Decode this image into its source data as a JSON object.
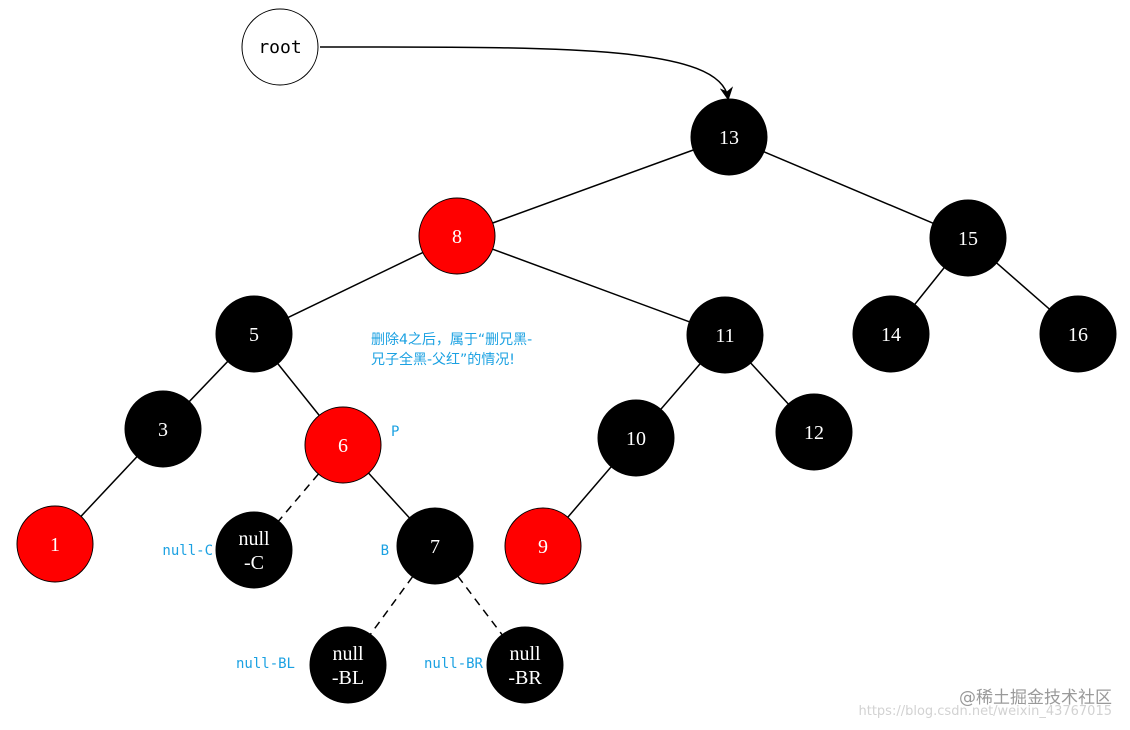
{
  "diagram": {
    "root_label": "root",
    "colors": {
      "red": "#ff0000",
      "black": "#000000",
      "white": "#ffffff",
      "cyan": "#1ba1e2"
    },
    "nodes": [
      {
        "id": "n13",
        "label": "13",
        "color": "black"
      },
      {
        "id": "n8",
        "label": "8",
        "color": "red"
      },
      {
        "id": "n15",
        "label": "15",
        "color": "black"
      },
      {
        "id": "n5",
        "label": "5",
        "color": "black"
      },
      {
        "id": "n11",
        "label": "11",
        "color": "black"
      },
      {
        "id": "n14",
        "label": "14",
        "color": "black"
      },
      {
        "id": "n16",
        "label": "16",
        "color": "black"
      },
      {
        "id": "n3",
        "label": "3",
        "color": "black"
      },
      {
        "id": "n6",
        "label": "6",
        "color": "red"
      },
      {
        "id": "n10",
        "label": "10",
        "color": "black"
      },
      {
        "id": "n12",
        "label": "12",
        "color": "black"
      },
      {
        "id": "n1",
        "label": "1",
        "color": "red"
      },
      {
        "id": "nC",
        "label": "null\n-C",
        "color": "black"
      },
      {
        "id": "n7",
        "label": "7",
        "color": "black"
      },
      {
        "id": "n9",
        "label": "9",
        "color": "red"
      },
      {
        "id": "nBL",
        "label": "null\n-BL",
        "color": "black"
      },
      {
        "id": "nBR",
        "label": "null\n-BR",
        "color": "black"
      }
    ],
    "edges": [
      {
        "from": "n13",
        "to": "n8",
        "style": "solid"
      },
      {
        "from": "n13",
        "to": "n15",
        "style": "solid"
      },
      {
        "from": "n8",
        "to": "n5",
        "style": "solid"
      },
      {
        "from": "n8",
        "to": "n11",
        "style": "solid"
      },
      {
        "from": "n15",
        "to": "n14",
        "style": "solid"
      },
      {
        "from": "n15",
        "to": "n16",
        "style": "solid"
      },
      {
        "from": "n5",
        "to": "n3",
        "style": "solid"
      },
      {
        "from": "n5",
        "to": "n6",
        "style": "solid"
      },
      {
        "from": "n3",
        "to": "n1",
        "style": "solid"
      },
      {
        "from": "n6",
        "to": "nC",
        "style": "dashed"
      },
      {
        "from": "n6",
        "to": "n7",
        "style": "solid"
      },
      {
        "from": "n11",
        "to": "n10",
        "style": "solid"
      },
      {
        "from": "n11",
        "to": "n12",
        "style": "solid"
      },
      {
        "from": "n10",
        "to": "n9",
        "style": "solid"
      },
      {
        "from": "n7",
        "to": "nBL",
        "style": "dashed"
      },
      {
        "from": "n7",
        "to": "nBR",
        "style": "dashed"
      }
    ],
    "tags": [
      {
        "for": "n6",
        "text": "P"
      },
      {
        "for": "nC",
        "text": "null-C"
      },
      {
        "for": "n7",
        "text": "B"
      },
      {
        "for": "nBL",
        "text": "null-BL"
      },
      {
        "for": "nBR",
        "text": "null-BR"
      }
    ],
    "annotation": "删除4之后，属于“删兄黑-兄子全黑-父红”的情况!"
  },
  "watermark": {
    "brand": "@稀土掘金技术社区",
    "url": "https://blog.csdn.net/weixin_43767015"
  }
}
